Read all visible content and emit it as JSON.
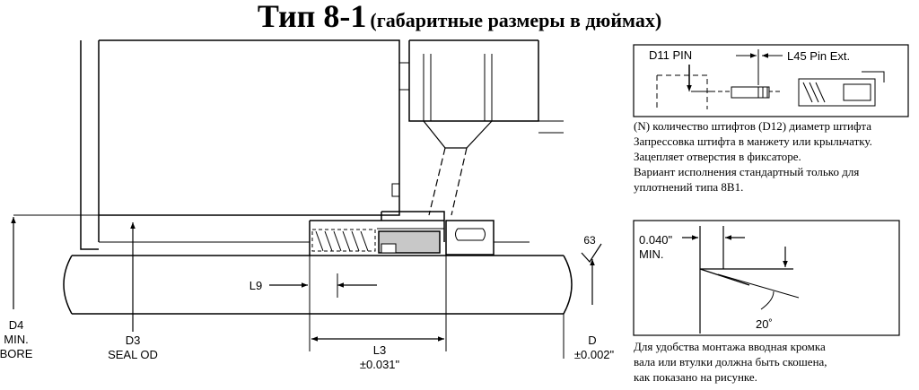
{
  "title": {
    "main": "Тип 8-1",
    "sub": "(габаритные размеры в дюймах)"
  },
  "main_drawing": {
    "labels": {
      "d4": [
        "D4",
        "MIN.",
        "BORE"
      ],
      "d3": [
        "D3",
        "SEAL OD"
      ],
      "l9": "L9",
      "l3": [
        "L3",
        "±0.031\""
      ],
      "d": [
        "D",
        "±0.002\""
      ],
      "finish": "63"
    }
  },
  "pin_detail": {
    "labels": {
      "d11": "D11 PIN",
      "l45": "L45  Pin Ext."
    },
    "notes": [
      "(N) количество штифтов (D12) диаметр штифта",
      "Запрессовка штифта в манжету или крыльчатку.",
      "Зацепляет отверстия в фиксаторе.",
      "Вариант исполнения стандартный только для",
      "уплотнений типа 8B1."
    ]
  },
  "chamfer_detail": {
    "labels": {
      "min_chamfer": [
        "0.040\"",
        "MIN."
      ],
      "angle": "20˚"
    },
    "notes": [
      "Для удобства монтажа вводная кромка",
      "вала или втулки должна быть скошена,",
      "как показано на рисунке."
    ]
  }
}
